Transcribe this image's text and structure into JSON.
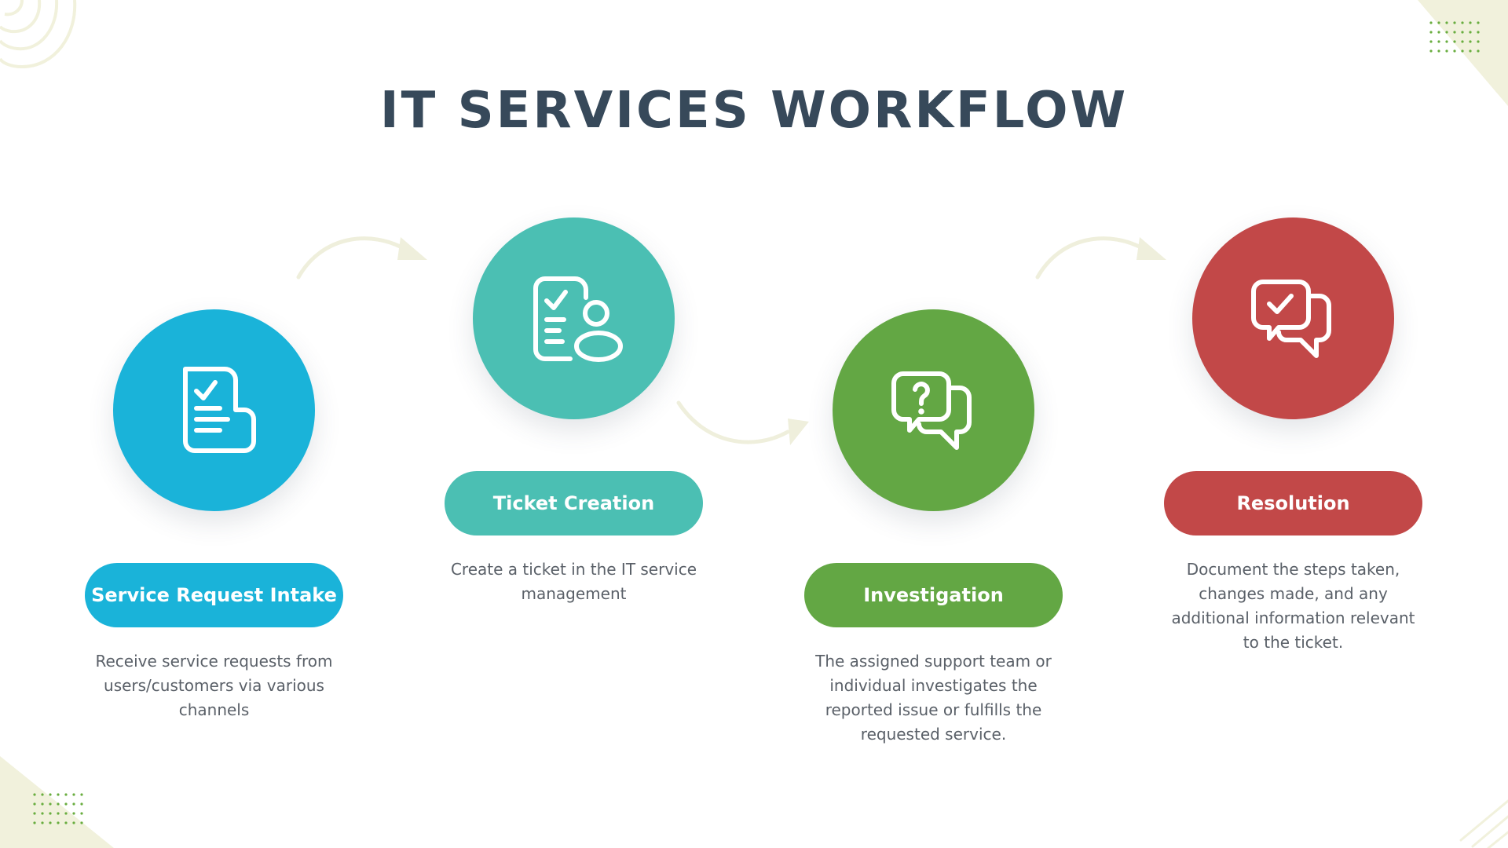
{
  "title": "IT SERVICES WORKFLOW",
  "colors": {
    "title": "#37495a",
    "blue": "#1ab3d9",
    "teal": "#4bbfb3",
    "green": "#63a744",
    "red": "#c24848",
    "arrow": "#efefdc",
    "decor": "#f1f1dc",
    "dots": "#69ad3f",
    "description": "#5a6068"
  },
  "steps": [
    {
      "label": "Service Request Intake",
      "description": "Receive service requests from users/customers via various channels",
      "icon": "document-checklist-icon",
      "color": "#1ab3d9"
    },
    {
      "label": "Ticket Creation",
      "description": "Create a ticket in the IT service management",
      "icon": "checklist-user-icon",
      "color": "#4bbfb3"
    },
    {
      "label": "Investigation",
      "description": "The assigned support team or individual investigates the reported issue or fulfills the requested service.",
      "icon": "question-chat-icon",
      "color": "#63a744"
    },
    {
      "label": "Resolution",
      "description": "Document the steps taken, changes made, and any additional information relevant to the ticket.",
      "icon": "check-chat-icon",
      "color": "#c24848"
    }
  ]
}
